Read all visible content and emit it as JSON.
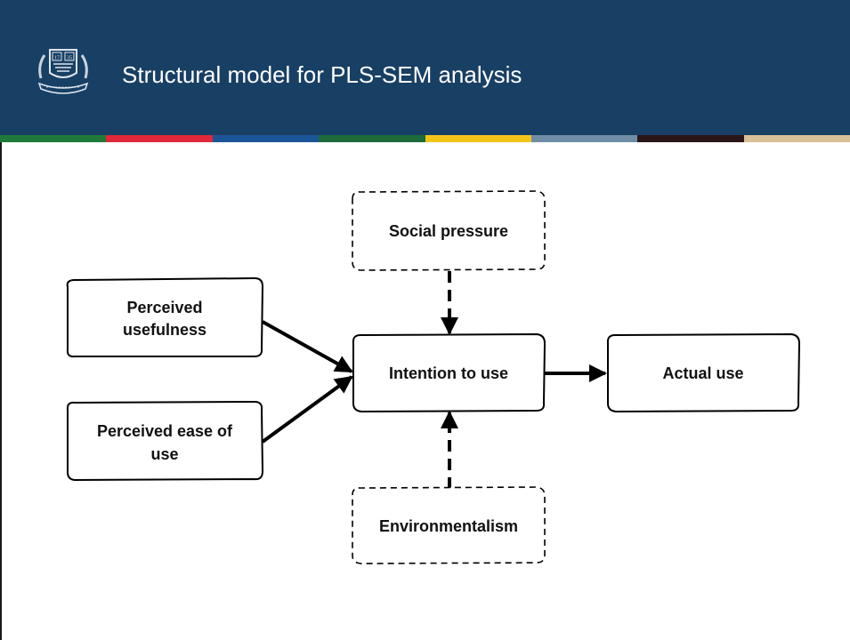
{
  "header": {
    "title": "Structural model for PLS-SEM analysis",
    "logo_icon": "university-crest-icon",
    "logo_text_year_left": "17",
    "logo_text_year_right": "35",
    "background_color": "#183f64"
  },
  "stripe_colors": [
    "#1f7a3a",
    "#e0283a",
    "#1c5597",
    "#1d6b3a",
    "#f4c519",
    "#6f8da6",
    "#2a1618",
    "#d8bf95"
  ],
  "diagram": {
    "nodes": {
      "perceived_usefulness": [
        "Perceived",
        "usefulness"
      ],
      "perceived_ease_of_use": [
        "Perceived ease of",
        "use"
      ],
      "intention_to_use": "Intention to use",
      "actual_use": "Actual use",
      "social_pressure": "Social pressure",
      "environmentalism": "Environmentalism"
    },
    "edges": [
      {
        "from": "Perceived usefulness",
        "to": "Intention to use",
        "style": "solid"
      },
      {
        "from": "Perceived ease of use",
        "to": "Intention to use",
        "style": "solid"
      },
      {
        "from": "Intention to use",
        "to": "Actual use",
        "style": "solid"
      },
      {
        "from": "Social pressure",
        "to": "Intention to use",
        "style": "dashed"
      },
      {
        "from": "Environmentalism",
        "to": "Intention to use",
        "style": "dashed"
      }
    ]
  }
}
